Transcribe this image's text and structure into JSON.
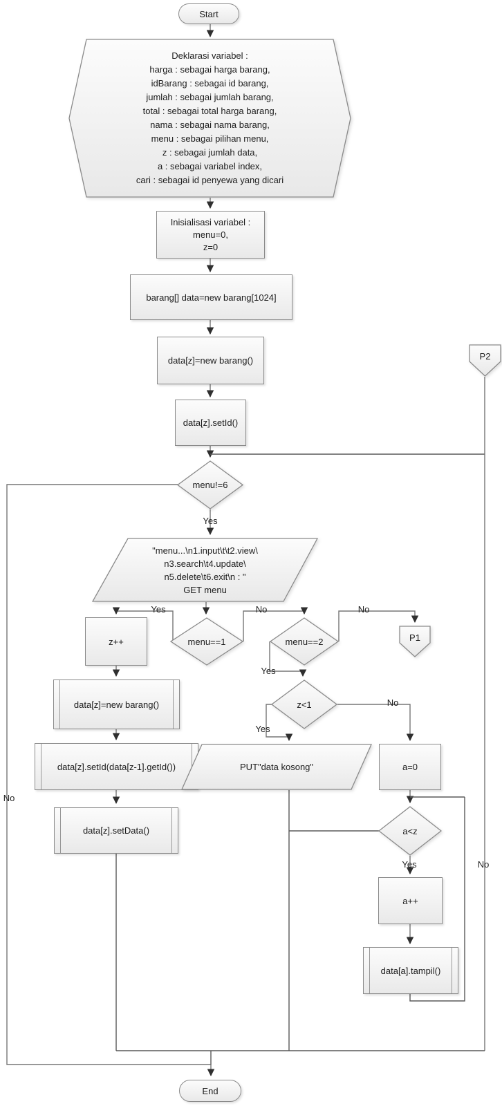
{
  "nodes": {
    "start": {
      "type": "terminator",
      "label": "Start"
    },
    "declare": {
      "type": "hexagon-preparation",
      "lines": [
        "Deklarasi variabel :",
        "harga : sebagai harga barang,",
        "idBarang : sebagai id barang,",
        "jumlah : sebagai jumlah barang,",
        "total : sebagai total harga barang,",
        "nama : sebagai nama barang,",
        "menu : sebagai pilihan menu,",
        "z : sebagai jumlah data,",
        "a : sebagai variabel index,",
        "cari : sebagai id penyewa yang dicari"
      ]
    },
    "init": {
      "type": "process",
      "lines": [
        "Inisialisasi variabel :",
        "menu=0,",
        "z=0"
      ]
    },
    "array_decl": {
      "type": "process",
      "label": "barang[] data=new barang[1024]"
    },
    "new_barang": {
      "type": "process",
      "label": "data[z]=new barang()"
    },
    "set_id": {
      "type": "process",
      "label": "data[z].setId()"
    },
    "menu_ne6": {
      "type": "decision",
      "label": "menu!=6"
    },
    "get_menu": {
      "type": "input-output",
      "lines": [
        "\"menu...\\n1.input\\t\\t2.view\\",
        "n3.search\\t4.update\\",
        "n5.delete\\t6.exit\\n : \"",
        "GET menu"
      ]
    },
    "menu_eq1": {
      "type": "decision",
      "label": "menu==1"
    },
    "menu_eq2": {
      "type": "decision",
      "label": "menu==2"
    },
    "p1": {
      "type": "offpage-connector",
      "label": "P1"
    },
    "p2": {
      "type": "offpage-connector",
      "label": "P2"
    },
    "z_inc": {
      "type": "process",
      "label": "z++"
    },
    "new_barang2": {
      "type": "predefined-process",
      "label": "data[z]=new barang()"
    },
    "set_id2": {
      "type": "predefined-process",
      "label": "data[z].setId(data[z-1].getId())"
    },
    "set_data": {
      "type": "predefined-process",
      "label": "data[z].setData()"
    },
    "z_lt1": {
      "type": "decision",
      "label": "z<1"
    },
    "put_kosong": {
      "type": "input-output",
      "label": "PUT\"data kosong\""
    },
    "a_eq0": {
      "type": "process",
      "label": "a=0"
    },
    "a_ltz": {
      "type": "decision",
      "label": "a<z"
    },
    "a_inc": {
      "type": "process",
      "label": "a++"
    },
    "tampil": {
      "type": "predefined-process",
      "label": "data[a].tampil()"
    },
    "end": {
      "type": "terminator",
      "label": "End"
    }
  },
  "edge_labels": {
    "menu_ne6_yes": "Yes",
    "menu_ne6_no": "No",
    "menu_eq1_yes": "Yes",
    "menu_eq1_no": "No",
    "menu_eq2_yes": "Yes",
    "menu_eq2_no": "No",
    "z_lt1_yes": "Yes",
    "z_lt1_no": "No",
    "a_ltz_yes": "Yes",
    "a_ltz_no": "No"
  },
  "colors": {
    "shape_fill_top": "#fcfcfc",
    "shape_fill_bottom": "#e9e9e9",
    "shape_border": "#8a8a8a",
    "line": "#767676",
    "arrowhead": "#2f2f2f",
    "text": "#1c1c1c",
    "background": "#ffffff"
  }
}
